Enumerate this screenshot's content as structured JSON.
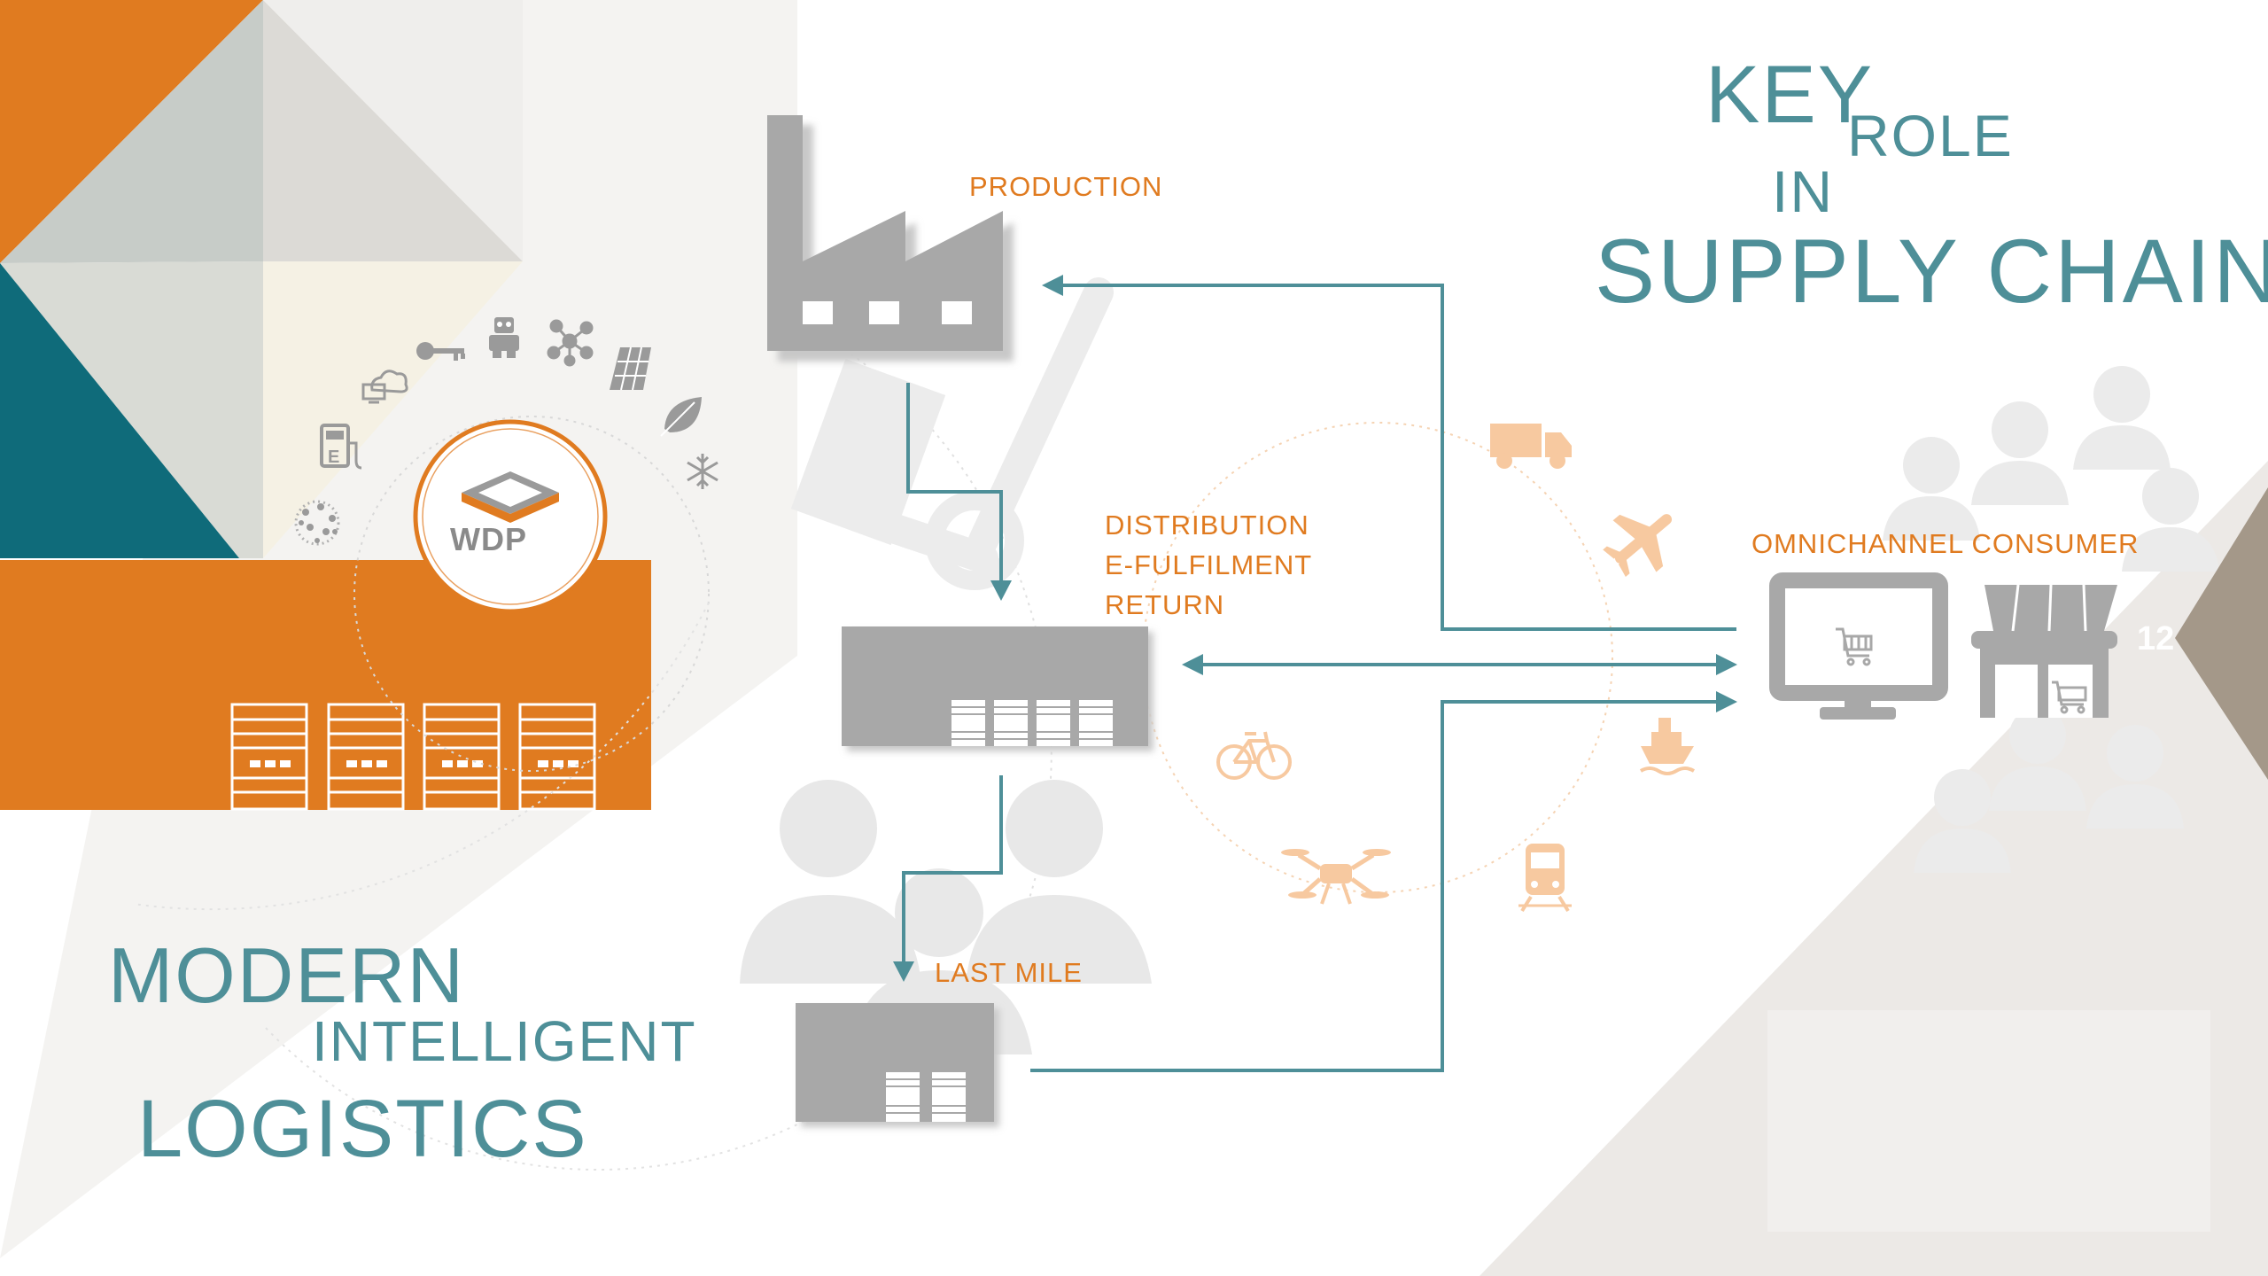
{
  "slide": {
    "title_line1": "KEY",
    "title_line2": "ROLE",
    "title_line3": "IN",
    "title_line4": "SUPPLY CHAIN",
    "subtitle_line1": "MODERN",
    "subtitle_line2": "INTELLIGENT",
    "subtitle_line3": "LOGISTICS",
    "page_number": "12",
    "logo_text": "WDP"
  },
  "stages": {
    "production": "PRODUCTION",
    "distribution": "DISTRIBUTION",
    "efulfilment": "E-FULFILMENT",
    "return": "RETURN",
    "last_mile": "LAST MILE",
    "consumer": "OMNICHANNEL CONSUMER"
  },
  "transport_icons": [
    "truck-icon",
    "airplane-icon",
    "ship-icon",
    "train-icon",
    "drone-icon",
    "bicycle-icon"
  ],
  "innovation_icons": [
    "network-icon",
    "ev-charger-icon",
    "cloud-computer-icon",
    "key-icon",
    "robot-icon",
    "molecule-icon",
    "solar-panel-icon",
    "leaf-icon",
    "snowflake-icon"
  ],
  "colors": {
    "teal": "#4e8f98",
    "orange": "#e07b20",
    "dark_teal": "#0f6b7a",
    "grey": "#a8a8a8",
    "taupe": "#a49889",
    "arrow": "#4e8f98",
    "peach": "#f7c9a0"
  }
}
